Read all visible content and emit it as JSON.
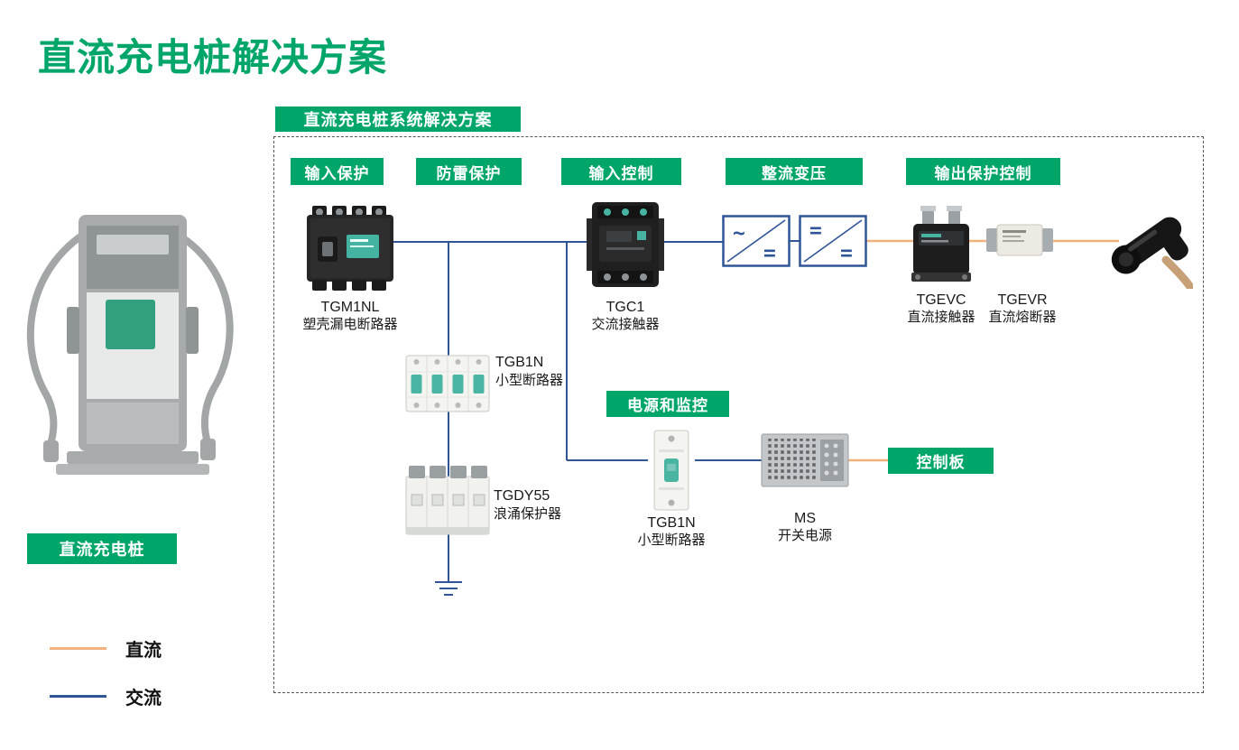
{
  "page": {
    "title": "直流充电桩解决方案"
  },
  "system": {
    "tag": "直流充电桩系统解决方案"
  },
  "pile": {
    "label": "直流充电桩"
  },
  "stages": {
    "input_protection": "输入保护",
    "lightning_protection": "防雷保护",
    "input_control": "输入控制",
    "rectify": "整流变压",
    "output_protection": "输出保护控制",
    "power_monitoring": "电源和监控",
    "control_board": "控制板"
  },
  "components": {
    "tgm1nl": {
      "model": "TGM1NL",
      "name": "塑壳漏电断路器"
    },
    "tgb1n_main": {
      "model": "TGB1N",
      "name": "小型断路器"
    },
    "tgdy55": {
      "model": "TGDY55",
      "name": "浪涌保护器"
    },
    "tgc1": {
      "model": "TGC1",
      "name": "交流接触器"
    },
    "tgevc": {
      "model": "TGEVC",
      "name": "直流接触器"
    },
    "tgevr": {
      "model": "TGEVR",
      "name": "直流熔断器"
    },
    "tgb1n_aux": {
      "model": "TGB1N",
      "name": "小型断路器"
    },
    "ms": {
      "model": "MS",
      "name": "开关电源"
    }
  },
  "converters": {
    "acdc": {
      "top": "~",
      "bottom": "="
    },
    "dcdc": {
      "top": "=",
      "bottom": "="
    }
  },
  "legend": {
    "dc": "直流",
    "ac": "交流"
  },
  "colors": {
    "green": "#00a669",
    "ac_line": "#2f5597",
    "dc_line": "#f2b27e"
  }
}
